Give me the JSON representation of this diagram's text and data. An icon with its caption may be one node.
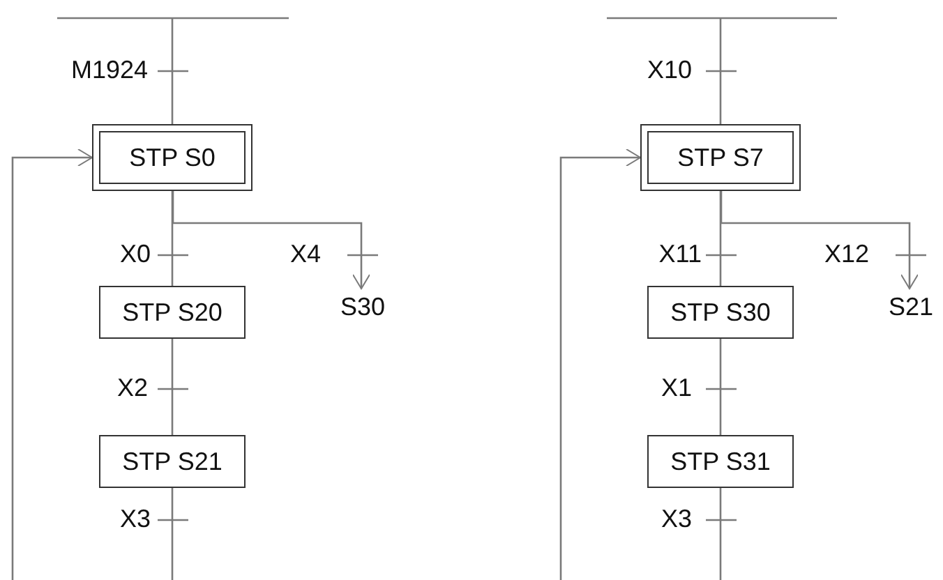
{
  "diagram": {
    "nodes": [
      {
        "text": [
          "STP S0"
        ]
      },
      {
        "text": [
          "STP S20"
        ]
      },
      {
        "text": [
          "S30"
        ]
      },
      {
        "text": [
          "STP S21"
        ]
      },
      {
        "text": [
          "STP S7"
        ]
      },
      {
        "text": [
          "STP S30"
        ]
      },
      {
        "text": [
          "S21"
        ]
      },
      {
        "text": [
          "STP S31"
        ]
      }
    ],
    "edges": [
      {
        "from": null,
        "to": 0,
        "arrow": "none"
      },
      {
        "from": 0,
        "to": 1,
        "arrow": "none"
      },
      {
        "from": 0,
        "to": 2,
        "arrow": "to"
      },
      {
        "from": 1,
        "to": 3,
        "arrow": "none"
      },
      {
        "from": 3,
        "to": null,
        "arrow": "none"
      },
      {
        "from": null,
        "to": 0,
        "arrow": "to"
      },
      {
        "from": null,
        "to": 4,
        "arrow": "none"
      },
      {
        "from": 4,
        "to": 5,
        "arrow": "none"
      },
      {
        "from": 4,
        "to": 6,
        "arrow": "to"
      },
      {
        "from": 5,
        "to": 7,
        "arrow": "none"
      },
      {
        "from": 7,
        "to": null,
        "arrow": "none"
      },
      {
        "from": null,
        "to": 4,
        "arrow": "to"
      }
    ],
    "labels": [
      "M1924",
      "X0",
      "X4",
      "X2",
      "X3",
      "X10",
      "X11",
      "X12",
      "X1",
      "X3"
    ]
  }
}
